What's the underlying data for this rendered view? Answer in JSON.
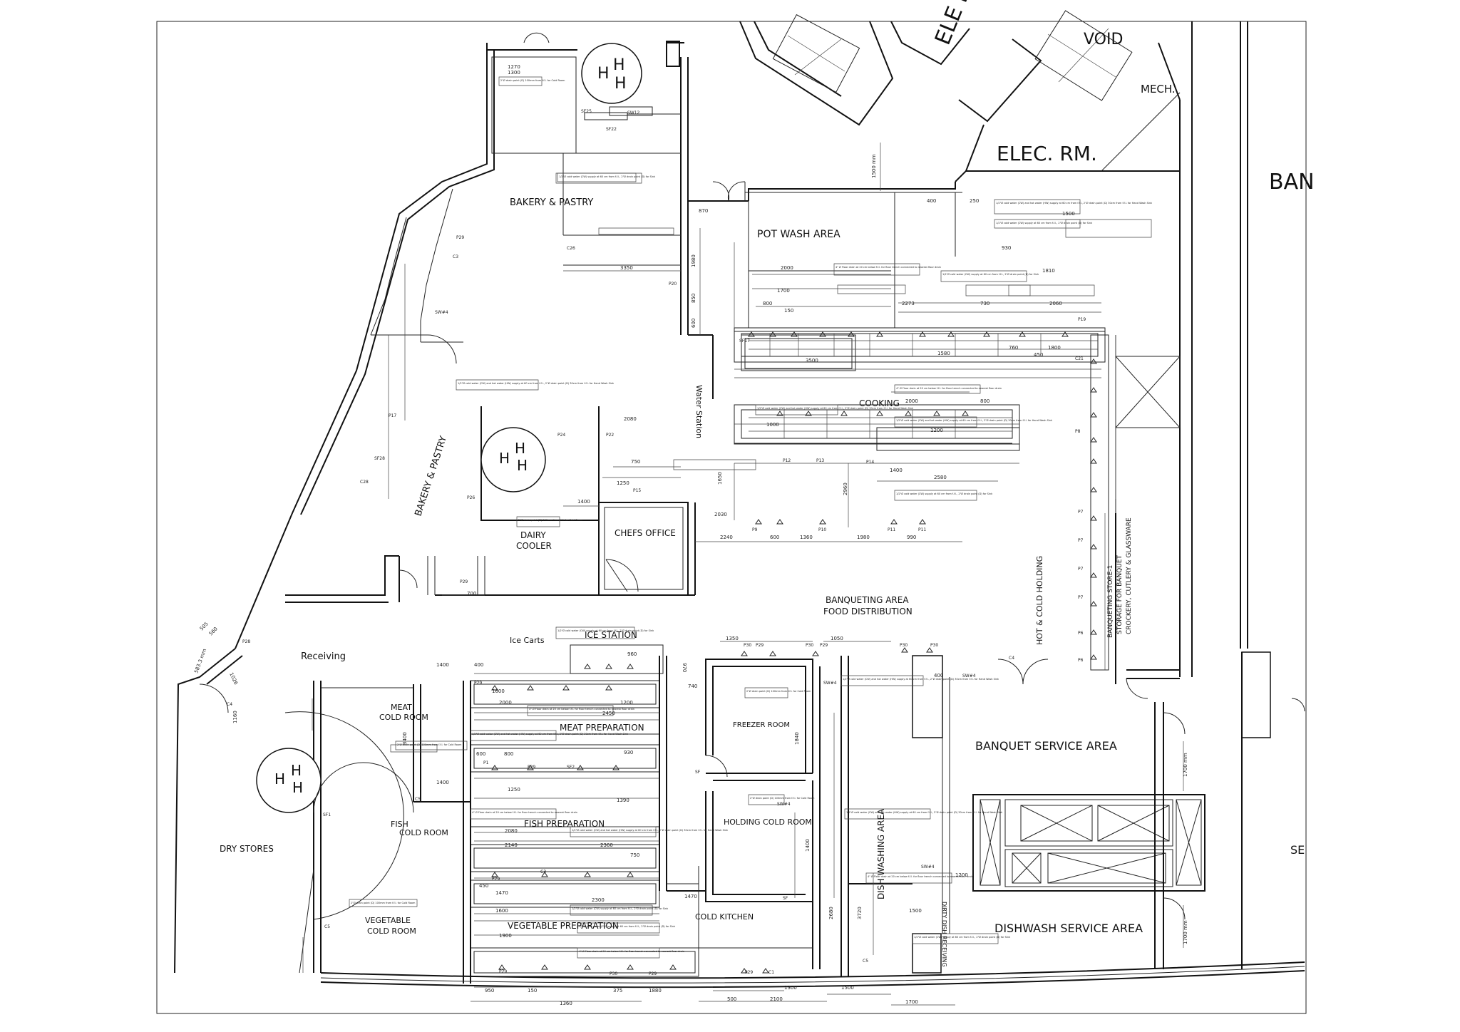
{
  "rooms": {
    "bakery_pastry_top": "BAKERY & PASTRY",
    "bakery_pastry_side": "BAKERY & PASTRY",
    "pot_wash": "POT WASH AREA",
    "elec_rm": "ELEC. RM.",
    "elec_lobby_partial": "ELE LO",
    "void": "VOID",
    "mech": "MECH.",
    "ban_partial": "BAN",
    "se_partial": "SE",
    "water_station": "Water Station",
    "cooking": "COOKING",
    "chefs_office": "CHEFS OFFICE",
    "dairy_cooler_1": "DAIRY",
    "dairy_cooler_2": "COOLER",
    "banqueting_area_1": "BANQUETING AREA",
    "banqueting_area_2": "FOOD DISTRIBUTION",
    "hot_cold_holding": "HOT & COLD HOLDING",
    "banqueting_store_1": "BANQUETING STORE-1",
    "banqueting_store_2": "STORAGE FOR BANQUET",
    "banqueting_store_3": "CROCKERY, CUTLERY & GLASSWARE",
    "receiving": "Receiving",
    "ice_carts": "Ice Carts",
    "ice_station": "ICE STATION",
    "meat_cold_room_1": "MEAT",
    "meat_cold_room_2": "COLD ROOM",
    "meat_preparation": "MEAT PREPARATION",
    "freezer_room": "FREEZER ROOM",
    "banquet_service": "BANQUET SERVICE AREA",
    "fish_cold_room_1": "FISH",
    "fish_cold_room_2": "COLD ROOM",
    "fish_preparation": "FISH PREPARATION",
    "holding_cold_room": "HOLDING COLD ROOM",
    "dish_washing": "DISH WASHING AREA",
    "dry_stores": "DRY STORES",
    "vegetable_cold_room_1": "VEGETABLE",
    "vegetable_cold_room_2": "COLD ROOM",
    "vegetable_preparation": "VEGETABLE PREPARATION",
    "cold_kitchen": "COLD KITCHEN",
    "dishwash_service": "DISHWASH SERVICE AREA",
    "dirty_dish_receiving": "DIRTY DISH RECEIVING"
  },
  "notes": {
    "floor_drain": "4\" Ø Floor drain at 20 cm below f.f.l. for floor trench connected to nearest floor drain",
    "hot_cold_supply": "1/2\"Ø cold water (CW) and hot water (HW) supply at 60 cm from f.f.l., 2\"Ø drain point (D) 30cm from f.f.l. for Hand Wash Sink",
    "cold_supply": "1/2\"Ø cold water (CW) supply at 60 cm from f.f.l., 2\"Ø drain point (D) for Sink",
    "drain_point": "2\"Ø drain point (D) 100mm from f.f.l. for Cold Room"
  },
  "dimensions": {
    "d1270": "1270",
    "d1300": "1300",
    "d3350": "3350",
    "d1980": "1980",
    "d850": "850",
    "d600": "600",
    "d870": "870",
    "d1500mm": "1500 mm",
    "d2000": "2000",
    "d1700": "1700",
    "d800": "800",
    "d150": "150",
    "d2273": "2273",
    "d1580": "1580",
    "d730": "730",
    "d2060": "2060",
    "d1810": "1810",
    "d1500": "1500",
    "d930": "930",
    "d250": "250",
    "d400": "400",
    "d3500": "3500",
    "d760": "760",
    "d450": "450",
    "d1800": "1800",
    "d1200": "1200",
    "d2580": "2580",
    "d1400": "1400",
    "d1000": "1000",
    "d2080": "2080",
    "d750": "750",
    "d1250": "1250",
    "d1650": "1650",
    "d2030": "2030",
    "d2240": "2240",
    "d1360": "1360",
    "d990": "990",
    "d700": "700",
    "d2960": "2960",
    "d1350": "1350",
    "d1050": "1050",
    "d960": "960",
    "d970": "970",
    "d740": "740",
    "d2450": "2450",
    "d3400": "3400",
    "d1160": "1160",
    "d1390": "1390",
    "d1840": "1840",
    "d2140": "2140",
    "d2360": "2360",
    "d1470": "1470",
    "d2300": "2300",
    "d1600": "1600",
    "d1900": "1900",
    "d950": "950",
    "d1880": "1880",
    "d500": "500",
    "d2100": "2100",
    "d375": "375",
    "d1700mm": "1700 mm",
    "d3720": "3720",
    "d2680": "2680",
    "d5833mm": "583.3 mm",
    "d1026": "1026",
    "d560": "560",
    "d505": "505"
  },
  "tags": {
    "sf": "SF",
    "sw": "SW#4",
    "p29": "P29",
    "p30": "P30",
    "c5": "C5",
    "c3": "C3",
    "c4": "C4",
    "c21": "C21",
    "c26": "C26",
    "c28": "C28",
    "p28": "P28",
    "p12": "P12",
    "p13": "P13",
    "p9": "P9",
    "p10": "P10",
    "p11": "P11",
    "p7": "P7",
    "p6": "P6",
    "p8": "P8",
    "p19": "P19",
    "p20": "P20",
    "c1": "C1",
    "sf17": "SF17",
    "sf2": "SF2",
    "sf28": "SF28",
    "sf1": "SF1",
    "p1": "P1",
    "p17": "P17",
    "p24": "P24",
    "p22": "P22",
    "p15": "P15",
    "p26": "P26",
    "sw12": "SW12",
    "sf25": "SF25",
    "sf22": "SF22",
    "p14": "P14"
  }
}
